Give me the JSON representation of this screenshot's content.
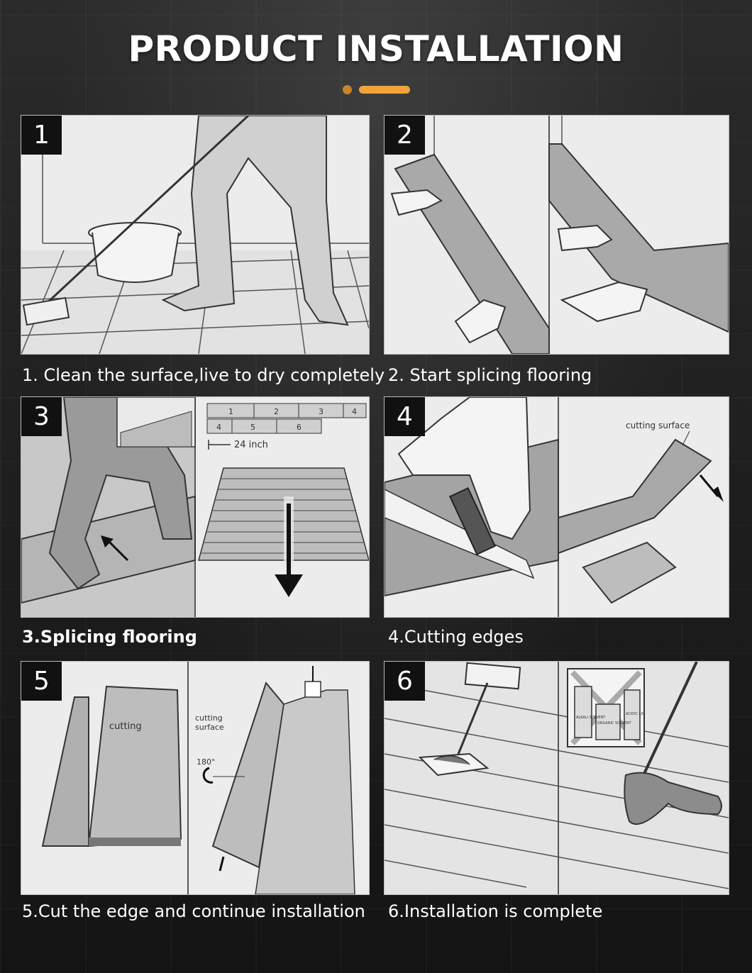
{
  "page": {
    "title": "PRODUCT INSTALLATION",
    "accent_color": "#f0a33a",
    "accent_dot_color": "#c9852a"
  },
  "steps": [
    {
      "number": "1",
      "caption": "1. Clean the surface,live to dry completely"
    },
    {
      "number": "2",
      "caption": "2. Start splicing flooring"
    },
    {
      "number": "3",
      "caption": "3.Splicing flooring",
      "labels": {
        "tiles_row1": [
          "1",
          "2",
          "3",
          "4"
        ],
        "tiles_row2": [
          "4",
          "5",
          "6"
        ],
        "measure": "24 inch"
      }
    },
    {
      "number": "4",
      "caption": "4.Cutting edges",
      "labels": {
        "cut_note": "cutting surface"
      }
    },
    {
      "number": "5",
      "caption": "5.Cut the edge and continue installation",
      "labels": {
        "plank_note": "cutting",
        "cut_note_line1": "cutting",
        "cut_note_line2": "surface",
        "rotate": "180°"
      }
    },
    {
      "number": "6",
      "caption": "6.Installation is complete",
      "labels": {
        "bottle_1": "ALKALI SOLVENT",
        "bottle_2": "ORGANIC SOLVENT",
        "bottle_3": "ACIDIC LIQ"
      }
    }
  ]
}
